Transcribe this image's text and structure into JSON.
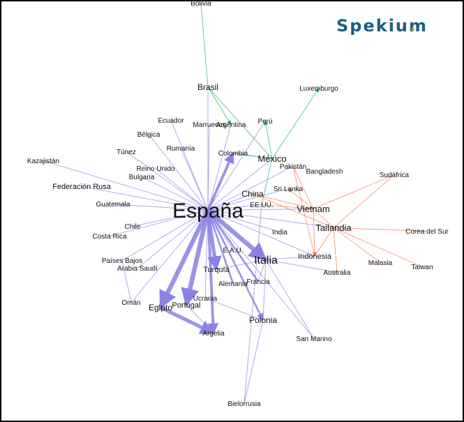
{
  "logo": {
    "text": "Spekium",
    "color": "#1f6080",
    "dot_color": "#7ac142"
  },
  "colors": {
    "blue": "#8a80e6",
    "green": "#1fae6e",
    "orange": "#ef7a4e"
  },
  "nodes": [
    {
      "id": "es",
      "label": "España"
    },
    {
      "id": "it",
      "label": "Italia"
    },
    {
      "id": "bo",
      "label": "Bolivia"
    },
    {
      "id": "br",
      "label": "Brasil"
    },
    {
      "id": "lu",
      "label": "Luxemburgo"
    },
    {
      "id": "ec",
      "label": "Ecuador"
    },
    {
      "id": "ma",
      "label": "Marruecos"
    },
    {
      "id": "ar",
      "label": "Argentina"
    },
    {
      "id": "pe",
      "label": "Perú"
    },
    {
      "id": "be",
      "label": "Bélgica"
    },
    {
      "id": "ru",
      "label": "Rumanía"
    },
    {
      "id": "tn",
      "label": "Túnez"
    },
    {
      "id": "co",
      "label": "Colombia"
    },
    {
      "id": "mx",
      "label": "México"
    },
    {
      "id": "pk",
      "label": "Pakistán"
    },
    {
      "id": "kz",
      "label": "Kazajistán"
    },
    {
      "id": "uk",
      "label": "Reino Unido"
    },
    {
      "id": "bd",
      "label": "Bangladesh"
    },
    {
      "id": "za",
      "label": "Sudáfrica"
    },
    {
      "id": "bg",
      "label": "Bulgaria"
    },
    {
      "id": "rs",
      "label": "Federación Rusa"
    },
    {
      "id": "lk",
      "label": "Sri Lanka"
    },
    {
      "id": "cn",
      "label": "China"
    },
    {
      "id": "gt",
      "label": "Guatemala"
    },
    {
      "id": "us",
      "label": "EE.UU."
    },
    {
      "id": "vn",
      "label": "Vietnam"
    },
    {
      "id": "cl",
      "label": "Chile"
    },
    {
      "id": "th",
      "label": "Tailandia"
    },
    {
      "id": "kr",
      "label": "Corea del Sur"
    },
    {
      "id": "in",
      "label": "India"
    },
    {
      "id": "cr",
      "label": "Costa Rica"
    },
    {
      "id": "ae",
      "label": "E.A.U."
    },
    {
      "id": "id",
      "label": "Indonesia"
    },
    {
      "id": "nl",
      "label": "Países Bajos"
    },
    {
      "id": "sa",
      "label": "Arabia Saudí"
    },
    {
      "id": "my",
      "label": "Malasia"
    },
    {
      "id": "tw",
      "label": "Taiwan"
    },
    {
      "id": "tr",
      "label": "Turquía"
    },
    {
      "id": "au",
      "label": "Australia"
    },
    {
      "id": "de",
      "label": "Alemania"
    },
    {
      "id": "fr",
      "label": "Francia"
    },
    {
      "id": "ua",
      "label": "Ucrania"
    },
    {
      "id": "om",
      "label": "Omán"
    },
    {
      "id": "eg",
      "label": "Egipto"
    },
    {
      "id": "pt",
      "label": "Portugal"
    },
    {
      "id": "pl",
      "label": "Polonia"
    },
    {
      "id": "dz",
      "label": "Argelia"
    },
    {
      "id": "sm",
      "label": "San Marino"
    },
    {
      "id": "by",
      "label": "Bielorrusia"
    }
  ],
  "edges": [
    {
      "from": "es",
      "to": "eg",
      "color": "blue",
      "weight": 5,
      "arrow": true
    },
    {
      "from": "es",
      "to": "pt",
      "color": "blue",
      "weight": 5,
      "arrow": true
    },
    {
      "from": "es",
      "to": "tr",
      "color": "blue",
      "weight": 4,
      "arrow": true
    },
    {
      "from": "es",
      "to": "it",
      "color": "blue",
      "weight": 5,
      "arrow": true
    },
    {
      "from": "es",
      "to": "dz",
      "color": "blue",
      "weight": 3,
      "arrow": true
    },
    {
      "from": "eg",
      "to": "dz",
      "color": "blue",
      "weight": 4,
      "arrow": true
    },
    {
      "from": "es",
      "to": "pl",
      "color": "blue",
      "weight": 2,
      "arrow": true
    },
    {
      "from": "es",
      "to": "co",
      "color": "blue",
      "weight": 3,
      "arrow": true
    },
    {
      "from": "es",
      "to": "fr",
      "color": "blue",
      "weight": 2,
      "arrow": false
    },
    {
      "from": "es",
      "to": "de",
      "color": "blue",
      "weight": 2,
      "arrow": false
    },
    {
      "from": "es",
      "to": "ae",
      "color": "blue",
      "weight": 1,
      "arrow": false
    },
    {
      "from": "es",
      "to": "ua",
      "color": "blue",
      "weight": 1,
      "arrow": false
    },
    {
      "from": "es",
      "to": "sa",
      "color": "blue",
      "weight": 1,
      "arrow": false
    },
    {
      "from": "es",
      "to": "nl",
      "color": "blue",
      "weight": 1,
      "arrow": false
    },
    {
      "from": "es",
      "to": "om",
      "color": "blue",
      "weight": 1,
      "arrow": false
    },
    {
      "from": "es",
      "to": "cr",
      "color": "blue",
      "weight": 1,
      "arrow": false
    },
    {
      "from": "es",
      "to": "cl",
      "color": "blue",
      "weight": 1,
      "arrow": false
    },
    {
      "from": "es",
      "to": "gt",
      "color": "blue",
      "weight": 1,
      "arrow": false
    },
    {
      "from": "es",
      "to": "rs",
      "color": "blue",
      "weight": 1,
      "arrow": false
    },
    {
      "from": "es",
      "to": "kz",
      "color": "blue",
      "weight": 1,
      "arrow": false
    },
    {
      "from": "es",
      "to": "bg",
      "color": "blue",
      "weight": 1,
      "arrow": false
    },
    {
      "from": "es",
      "to": "uk",
      "color": "blue",
      "weight": 1,
      "arrow": false
    },
    {
      "from": "es",
      "to": "tn",
      "color": "blue",
      "weight": 1,
      "arrow": false
    },
    {
      "from": "es",
      "to": "be",
      "color": "blue",
      "weight": 1,
      "arrow": false
    },
    {
      "from": "es",
      "to": "ru",
      "color": "blue",
      "weight": 1,
      "arrow": false
    },
    {
      "from": "es",
      "to": "ec",
      "color": "blue",
      "weight": 1,
      "arrow": false
    },
    {
      "from": "es",
      "to": "ma",
      "color": "blue",
      "weight": 1,
      "arrow": false
    },
    {
      "from": "es",
      "to": "ar",
      "color": "blue",
      "weight": 1,
      "arrow": false
    },
    {
      "from": "es",
      "to": "br",
      "color": "blue",
      "weight": 1,
      "arrow": false
    },
    {
      "from": "es",
      "to": "pe",
      "color": "blue",
      "weight": 1,
      "arrow": false
    },
    {
      "from": "es",
      "to": "mx",
      "color": "blue",
      "weight": 1,
      "arrow": false
    },
    {
      "from": "es",
      "to": "cn",
      "color": "blue",
      "weight": 1,
      "arrow": false
    },
    {
      "from": "es",
      "to": "us",
      "color": "blue",
      "weight": 1,
      "arrow": false
    },
    {
      "from": "es",
      "to": "vn",
      "color": "blue",
      "weight": 1,
      "arrow": false
    },
    {
      "from": "es",
      "to": "th",
      "color": "blue",
      "weight": 1,
      "arrow": false
    },
    {
      "from": "es",
      "to": "in",
      "color": "blue",
      "weight": 1,
      "arrow": false
    },
    {
      "from": "es",
      "to": "id",
      "color": "blue",
      "weight": 1,
      "arrow": false
    },
    {
      "from": "es",
      "to": "sm",
      "color": "blue",
      "weight": 1,
      "arrow": false
    },
    {
      "from": "es",
      "to": "pk",
      "color": "blue",
      "weight": 1,
      "arrow": false
    },
    {
      "from": "es",
      "to": "lk",
      "color": "blue",
      "weight": 1,
      "arrow": false
    },
    {
      "from": "it",
      "to": "pl",
      "color": "blue",
      "weight": 1,
      "arrow": false
    },
    {
      "from": "it",
      "to": "sm",
      "color": "blue",
      "weight": 1,
      "arrow": false
    },
    {
      "from": "it",
      "to": "id",
      "color": "blue",
      "weight": 1,
      "arrow": false
    },
    {
      "from": "it",
      "to": "au",
      "color": "blue",
      "weight": 1,
      "arrow": false
    },
    {
      "from": "it",
      "to": "fr",
      "color": "blue",
      "weight": 1,
      "arrow": false
    },
    {
      "from": "it",
      "to": "tr",
      "color": "blue",
      "weight": 1,
      "arrow": false
    },
    {
      "from": "pl",
      "to": "by",
      "color": "blue",
      "weight": 1,
      "arrow": false
    },
    {
      "from": "pt",
      "to": "dz",
      "color": "blue",
      "weight": 1,
      "arrow": false
    },
    {
      "from": "ua",
      "to": "pl",
      "color": "blue",
      "weight": 1,
      "arrow": false
    },
    {
      "from": "co",
      "to": "mx",
      "color": "blue",
      "weight": 1,
      "arrow": false
    },
    {
      "from": "us",
      "to": "by",
      "color": "blue",
      "weight": 1,
      "arrow": false
    },
    {
      "from": "nl",
      "to": "om",
      "color": "blue",
      "weight": 1,
      "arrow": false
    },
    {
      "from": "bo",
      "to": "br",
      "color": "green",
      "weight": 1,
      "arrow": false
    },
    {
      "from": "br",
      "to": "ar",
      "color": "green",
      "weight": 1,
      "arrow": true
    },
    {
      "from": "br",
      "to": "mx",
      "color": "green",
      "weight": 1,
      "arrow": false
    },
    {
      "from": "mx",
      "to": "pe",
      "color": "green",
      "weight": 1,
      "arrow": true
    },
    {
      "from": "mx",
      "to": "lu",
      "color": "green",
      "weight": 1,
      "arrow": true
    },
    {
      "from": "mx",
      "to": "us",
      "color": "green",
      "weight": 1,
      "arrow": false
    },
    {
      "from": "co",
      "to": "mx",
      "color": "green",
      "weight": 1,
      "arrow": false
    },
    {
      "from": "vn",
      "to": "pk",
      "color": "orange",
      "weight": 1,
      "arrow": false
    },
    {
      "from": "vn",
      "to": "lk",
      "color": "orange",
      "weight": 1,
      "arrow": true
    },
    {
      "from": "vn",
      "to": "cn",
      "color": "orange",
      "weight": 1,
      "arrow": false
    },
    {
      "from": "vn",
      "to": "us",
      "color": "orange",
      "weight": 1,
      "arrow": false
    },
    {
      "from": "vn",
      "to": "id",
      "color": "orange",
      "weight": 1,
      "arrow": true
    },
    {
      "from": "th",
      "to": "za",
      "color": "orange",
      "weight": 1,
      "arrow": false
    },
    {
      "from": "th",
      "to": "kr",
      "color": "orange",
      "weight": 1,
      "arrow": false
    },
    {
      "from": "th",
      "to": "my",
      "color": "orange",
      "weight": 1,
      "arrow": false
    },
    {
      "from": "th",
      "to": "tw",
      "color": "orange",
      "weight": 1,
      "arrow": false
    },
    {
      "from": "th",
      "to": "au",
      "color": "orange",
      "weight": 1,
      "arrow": false
    },
    {
      "from": "th",
      "to": "id",
      "color": "orange",
      "weight": 1,
      "arrow": false
    },
    {
      "from": "th",
      "to": "vn",
      "color": "orange",
      "weight": 1,
      "arrow": false
    },
    {
      "from": "th",
      "to": "cn",
      "color": "orange",
      "weight": 1,
      "arrow": false
    },
    {
      "from": "za",
      "to": "vn",
      "color": "orange",
      "weight": 1,
      "arrow": false
    },
    {
      "from": "pk",
      "to": "id",
      "color": "orange",
      "weight": 1,
      "arrow": false
    }
  ]
}
